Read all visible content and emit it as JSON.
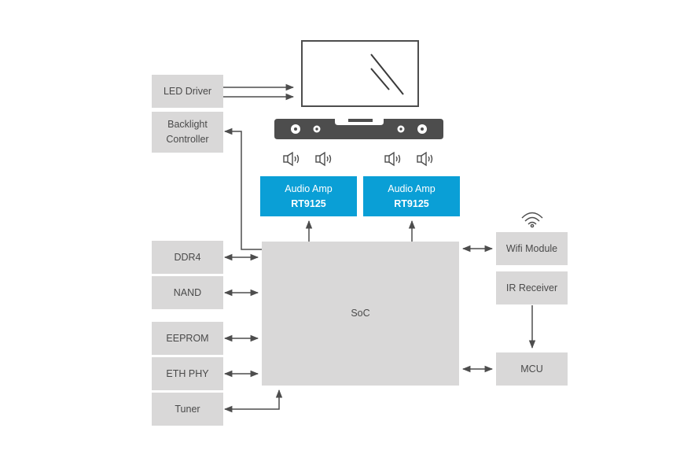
{
  "colors": {
    "block_fill": "#d9d8d8",
    "amp_fill": "#0a9fd6",
    "line": "#4d4d4d",
    "text": "#4a4a4a"
  },
  "left_blocks": {
    "led_driver": "LED Driver",
    "backlight_line1": "Backlight",
    "backlight_line2": "Controller",
    "ddr4": "DDR4",
    "nand": "NAND",
    "eeprom": "EEPROM",
    "eth_phy": "ETH PHY",
    "tuner": "Tuner"
  },
  "center": {
    "soc": "SoC",
    "amps": [
      {
        "label": "Audio Amp",
        "part": "RT9125"
      },
      {
        "label": "Audio Amp",
        "part": "RT9125"
      }
    ]
  },
  "right_blocks": {
    "wifi": "Wifi Module",
    "ir": "IR Receiver",
    "mcu": "MCU"
  },
  "icons": [
    "tv-display-icon",
    "soundbar-icon",
    "speaker-icon",
    "wifi-icon"
  ]
}
